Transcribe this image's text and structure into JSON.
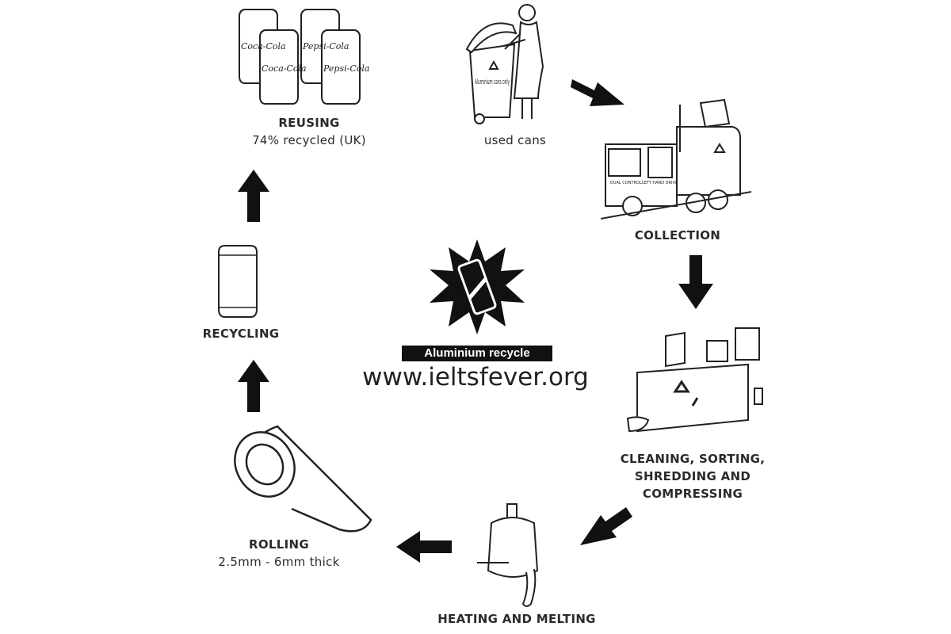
{
  "center": {
    "banner": "Aluminium recycle",
    "url": "www.ieltsfever.org"
  },
  "stages": {
    "used_cans": {
      "label": "used cans",
      "bin_text": "Aluminium cans only"
    },
    "collection": {
      "label": "COLLECTION",
      "truck_text_1": "DUAL CONTROL",
      "truck_text_2": "LEFT HAND DRIVE"
    },
    "cleaning": {
      "line1": "CLEANING, SORTING,",
      "line2": "SHREDDING AND",
      "line3": "COMPRESSING"
    },
    "heating": {
      "label": "HEATING AND MELTING"
    },
    "rolling": {
      "label": "ROLLING",
      "detail": "2.5mm - 6mm thick"
    },
    "recycling": {
      "label": "RECYCLING"
    },
    "reusing": {
      "label": "REUSING",
      "detail": "74% recycled (UK)",
      "can_brands": [
        "Coca-Cola",
        "Pepsi-Cola",
        "Coca-Cola",
        "Pepsi-Cola"
      ]
    }
  },
  "icons": [
    "recycle-icon",
    "starburst-can-icon",
    "arrow-icon"
  ]
}
